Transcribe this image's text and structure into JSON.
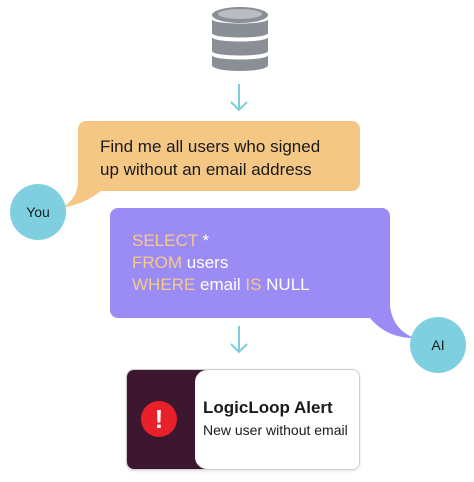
{
  "icons": {
    "database": "database-icon",
    "arrow": "arrow-down-icon",
    "alert": "exclamation-icon"
  },
  "user_message": {
    "line1": "Find me all users who signed",
    "line2": "up without an email address",
    "avatar_label": "You"
  },
  "sql_message": {
    "line1": [
      {
        "text": "SELECT",
        "kw": true
      },
      {
        "text": " *",
        "kw": false
      }
    ],
    "line2": [
      {
        "text": "FROM",
        "kw": true
      },
      {
        "text": " users",
        "kw": false
      }
    ],
    "line3": [
      {
        "text": "WHERE",
        "kw": true
      },
      {
        "text": " email ",
        "kw": false
      },
      {
        "text": "IS",
        "kw": true
      },
      {
        "text": " NULL",
        "kw": false
      }
    ],
    "avatar_label": "AI"
  },
  "alert": {
    "title": "LogicLoop Alert",
    "subtitle": "New user without email",
    "icon_glyph": "!"
  },
  "colors": {
    "user_bubble": "#f5c785",
    "sql_bubble": "#9a8cf4",
    "sql_keyword": "#f7c98a",
    "avatar": "#7ed0e0",
    "arrow": "#7ecfdc",
    "alert_side": "#3d1630",
    "alert_icon": "#e8202a",
    "database": "#8a8f96"
  }
}
